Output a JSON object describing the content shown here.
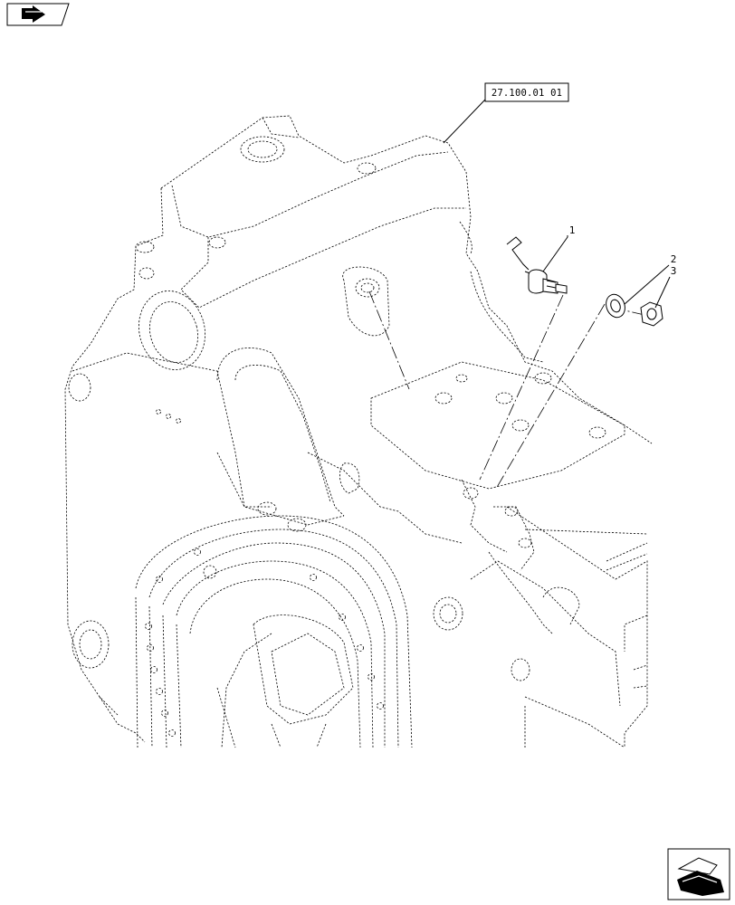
{
  "reference_label": "27.100.01 01",
  "callouts": [
    {
      "number": "1"
    },
    {
      "number": "2"
    },
    {
      "number": "3"
    }
  ],
  "icons": {
    "top_left": "back-arrow-icon",
    "bottom_right": "next-arrow-icon"
  }
}
